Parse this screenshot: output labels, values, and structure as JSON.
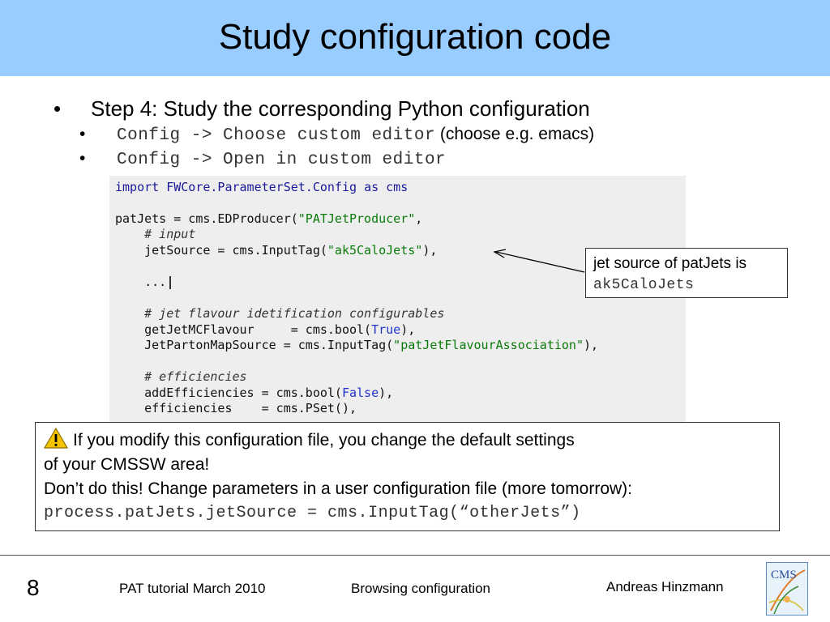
{
  "slide": {
    "title": "Study configuration code",
    "bullet_main": {
      "marker": "•",
      "text": "Step 4: Study the corresponding Python configuration"
    },
    "sub_bullets": [
      {
        "marker": "•",
        "code": "Config -> Choose custom editor",
        "text": " (choose e.g. emacs)"
      },
      {
        "marker": "•",
        "code": "Config -> Open in custom editor",
        "text": ""
      }
    ]
  },
  "code": {
    "l1_a": "import",
    "l1_b": " FWCore.ParameterSet.Config ",
    "l1_c": "as",
    "l1_d": " cms",
    "l2_a": "patJets = cms.EDProducer(",
    "l2_b": "\"PATJetProducer\"",
    "l2_c": ",",
    "l3": "    # input",
    "l4_a": "    jetSource = cms.InputTag(",
    "l4_b": "\"ak5CaloJets\"",
    "l4_c": "),",
    "l5": "    ...",
    "l6": "    # jet flavour idetification configurables",
    "l7_a": "    getJetMCFlavour     = cms.bool(",
    "l7_b": "True",
    "l7_c": "),",
    "l8_a": "    JetPartonMapSource = cms.InputTag(",
    "l8_b": "\"patJetFlavourAssociation\"",
    "l8_c": "),",
    "l9": "    # efficiencies",
    "l10_a": "    addEfficiencies = cms.bool(",
    "l10_b": "False",
    "l10_c": "),",
    "l11": "    efficiencies    = cms.PSet(),"
  },
  "callout": {
    "line1": "jet source of patJets is",
    "line2": "ak5CaloJets"
  },
  "warning": {
    "line1": "If you modify this configuration file, you change the default settings",
    "line2": "of your CMSSW area!",
    "line3": "Don’t do this! Change parameters in a user configuration file (more tomorrow):",
    "line4": "process.patJets.jetSource = cms.InputTag(“otherJets”)",
    "icon": "warning-triangle-icon"
  },
  "footer": {
    "page_number": "8",
    "left": "PAT tutorial March 2010",
    "center": "Browsing configuration",
    "right": "Andreas Hinzmann",
    "logo_text": "CMS"
  },
  "colors": {
    "title_bar": "#99ccff",
    "code_bg": "#eeeeee",
    "string": "#0a7a0a",
    "keyword": "#1a1a9a"
  }
}
